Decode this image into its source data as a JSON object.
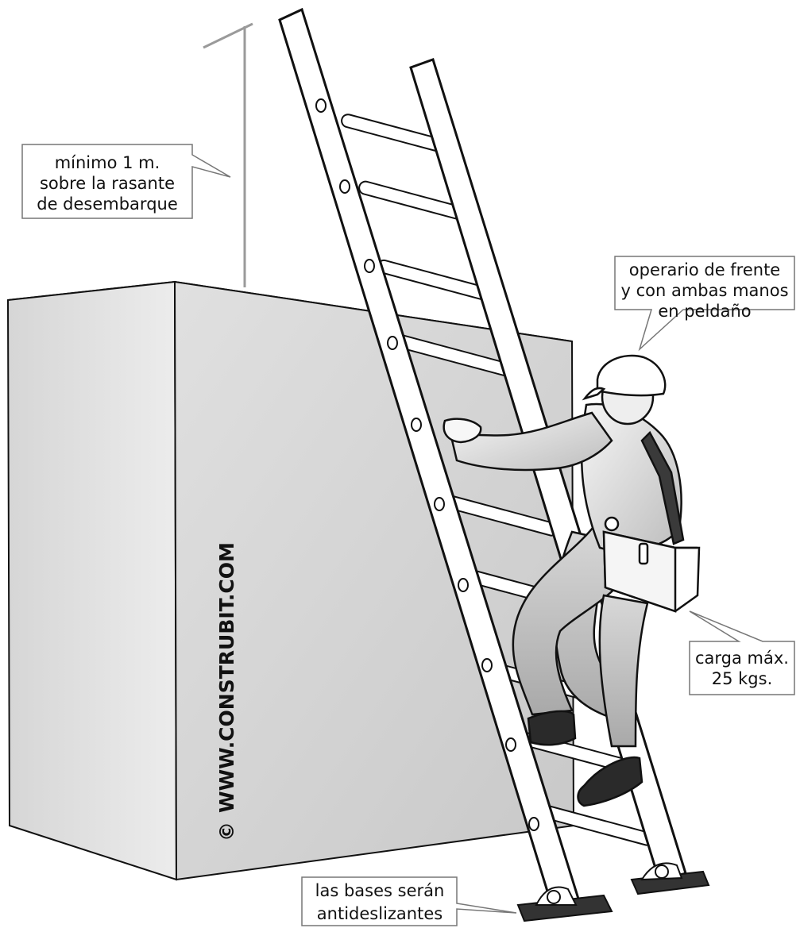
{
  "watermark": {
    "symbol": "©",
    "text": "WWW.CONSTRUBIT.COM"
  },
  "callouts": {
    "height": {
      "lines": [
        "mínimo 1 m.",
        "sobre la rasante",
        "de desembarque"
      ]
    },
    "operator": {
      "lines": [
        "operario de frente",
        "y con ambas manos",
        "en peldaño"
      ]
    },
    "load": {
      "lines": [
        "carga máx.",
        "25 kgs."
      ]
    },
    "bases": {
      "lines": [
        "las bases serán",
        "antideslizantes"
      ]
    }
  },
  "colors": {
    "wall_front": "#dcdcdc",
    "wall_side": "#e8e8e8",
    "wall_top": "#f4f4f4",
    "ladder": "#ffffff",
    "outline": "#111111",
    "boot": "#2a2a2a"
  }
}
